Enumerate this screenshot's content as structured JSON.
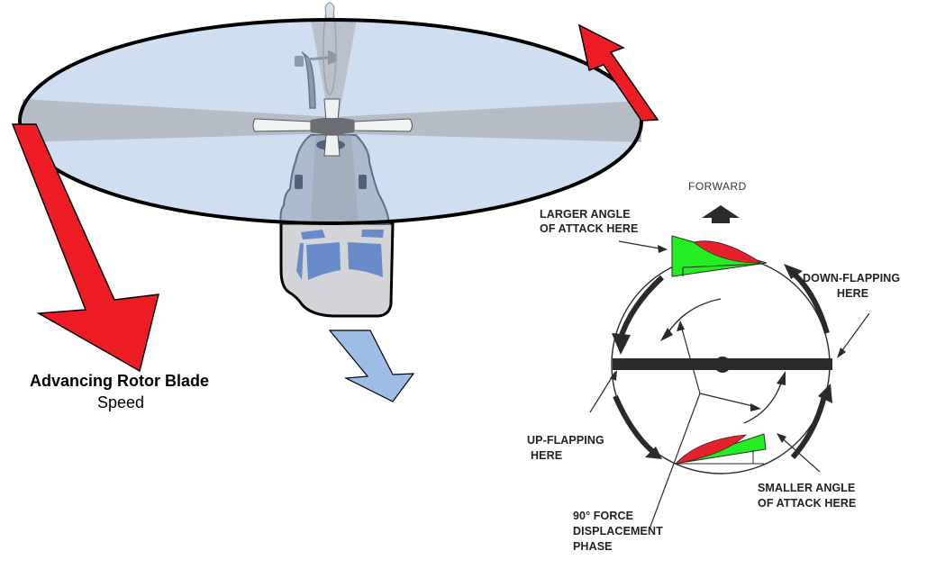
{
  "diagram": {
    "title": "Gyroscopic precession / dissymmetry of lift",
    "left_panel": {
      "caption_line1": "Advancing Rotor Blade",
      "caption_line2": "Speed",
      "rotor_disc": "rotor-disc",
      "advancing_arrow": "red-arrow",
      "retreating_arrow": "red-arrow",
      "direction_arrow": "blue-arrow"
    },
    "right_panel": {
      "forward_label": "FORWARD",
      "larger_angle_line1": "LARGER ANGLE",
      "larger_angle_line2": "OF ATTACK HERE",
      "down_flapping_line1": "DOWN-FLAPPING",
      "down_flapping_line2": "HERE",
      "up_flapping_line1": "UP-FLAPPING",
      "up_flapping_line2": "HERE",
      "smaller_angle_line1": "SMALLER ANGLE",
      "smaller_angle_line2": "OF ATTACK HERE",
      "phase_line1": "90° FORCE",
      "phase_line2": "DISPLACEMENT",
      "phase_line3": "PHASE"
    },
    "colors": {
      "disc_fill": "#cfdef0",
      "blade_blur": "#b6bcc6",
      "red_arrow": "#ee1c25",
      "blue_arrow": "#9dbde6",
      "airfoil_green": "#22ee22",
      "airfoil_red": "#e8202a",
      "fuselage": "#d3d4d8",
      "windows": "#6a8bc9"
    }
  }
}
